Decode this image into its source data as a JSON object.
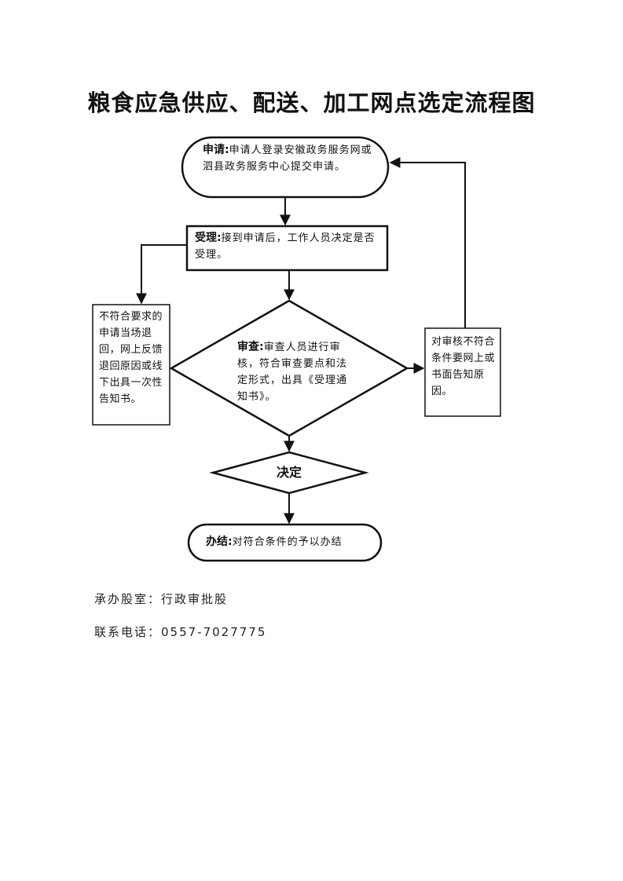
{
  "title": "粮食应急供应、配送、加工网点选定流程图",
  "nodes": {
    "apply": {
      "label": "申请:",
      "text": "申请人登录安徽政务服务网或泗县政务服务中心提交申请。"
    },
    "accept": {
      "label": "受理:",
      "text": "接到申请后，工作人员决定是否受理。"
    },
    "reject": {
      "text": "不符合要求的申请当场退回，网上反馈退回原因或线下出具一次性告知书。"
    },
    "review": {
      "label": "审查:",
      "text": "审查人员进行审核，符合审查要点和法定形式，出具《受理通知书》。"
    },
    "notify": {
      "text": "对审核不符合条件要网上或书面告知原因。"
    },
    "decide": {
      "label": "决定"
    },
    "complete": {
      "label": "办结:",
      "text": "对符合条件的予以办结"
    }
  },
  "footer": {
    "office": "承办股室：行政审批股",
    "phone": "联系电话：0557-7027775"
  }
}
